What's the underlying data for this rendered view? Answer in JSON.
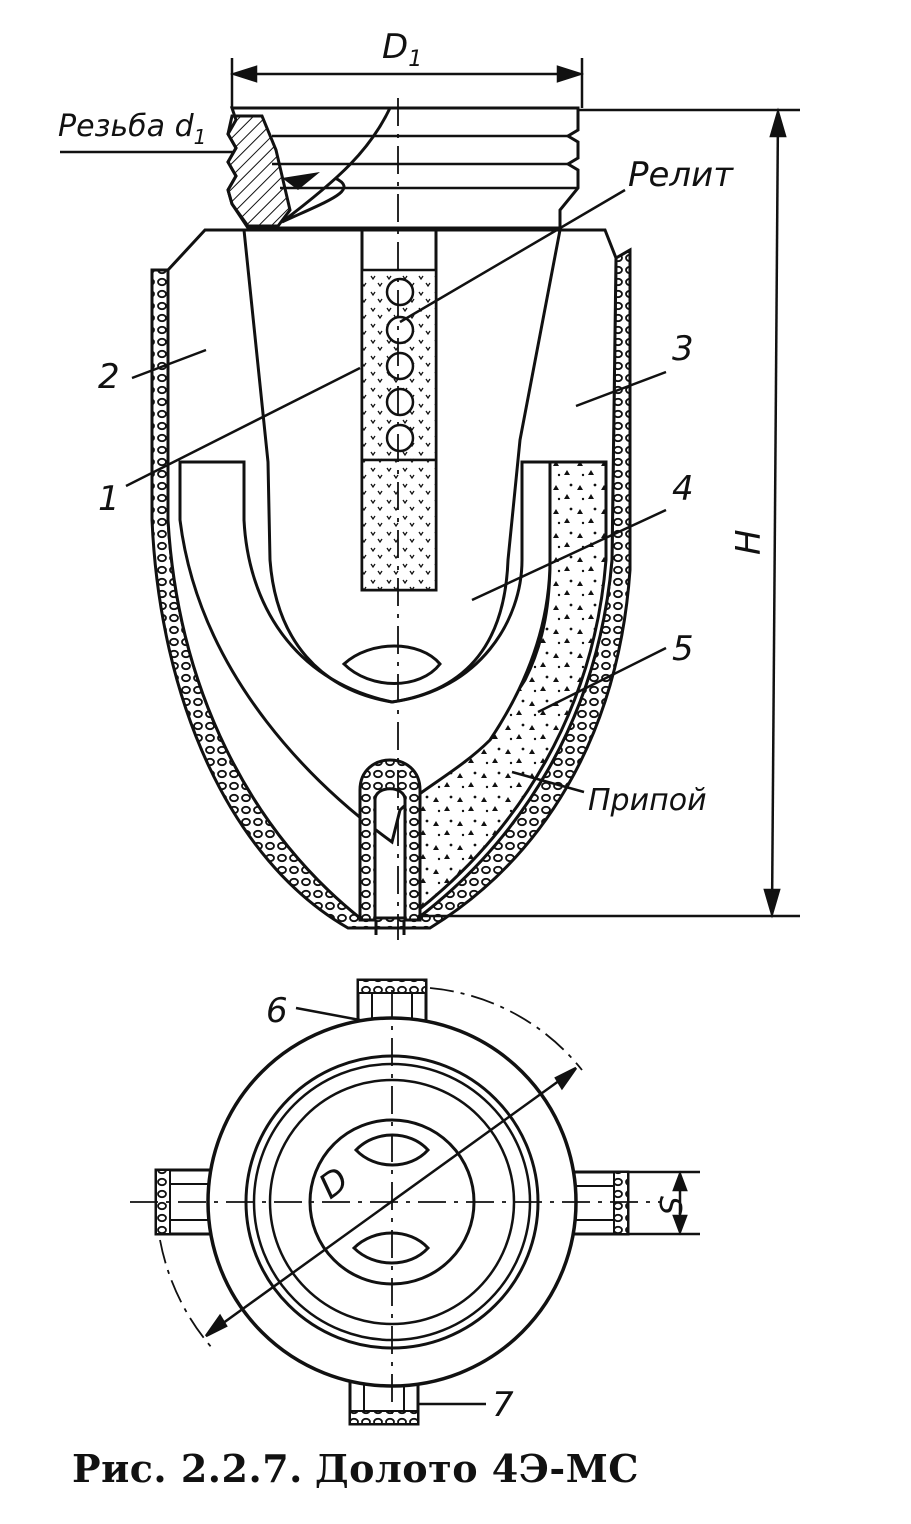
{
  "labels": {
    "d1": "D",
    "d1_sub": "1",
    "thread": "Резьба d",
    "thread_sub": "1",
    "relit": "Релит",
    "part_1": "1",
    "part_2": "2",
    "part_3": "3",
    "part_4": "4",
    "part_5": "5",
    "part_6": "6",
    "part_7": "7",
    "solder": "Припой",
    "height": "H",
    "diameter": "D",
    "s": "S"
  },
  "caption": {
    "number": "Рис. 2.2.7.",
    "title": "Долото 4Э-МС"
  }
}
